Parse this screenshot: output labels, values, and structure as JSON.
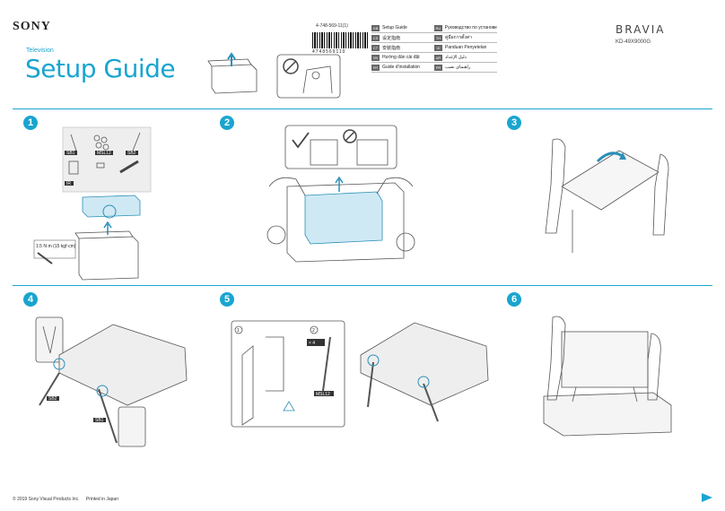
{
  "header": {
    "logo": "SONY",
    "category": "Television",
    "title": "Setup Guide",
    "brand": "BRAVIA",
    "model": "KD-49X9000G",
    "part_number": "4-748-569-11(1)",
    "barcode_number": "4748569110"
  },
  "languages": [
    {
      "code": "GB",
      "name": "Setup Guide"
    },
    {
      "code": "RU",
      "name": "Руководство по установке"
    },
    {
      "code": "CS",
      "name": "设定指南"
    },
    {
      "code": "TH",
      "name": "คู่มือการตั้งค่า"
    },
    {
      "code": "CT",
      "name": "安裝指南"
    },
    {
      "code": "ID",
      "name": "Panduan Penyetelan"
    },
    {
      "code": "VN",
      "name": "Hướng dẫn cài đặt"
    },
    {
      "code": "AR",
      "name": "دليل الإعداد"
    },
    {
      "code": "FR",
      "name": "Guide d'installation"
    },
    {
      "code": "PR",
      "name": "راهنمای نصب"
    }
  ],
  "steps": [
    {
      "number": "1"
    },
    {
      "number": "2"
    },
    {
      "number": "3"
    },
    {
      "number": "4"
    },
    {
      "number": "5"
    },
    {
      "number": "6"
    }
  ],
  "step1": {
    "labels": [
      "SB1",
      "MSL12",
      "SB2",
      "IR"
    ],
    "torque": "1.5 N·m (15 kgf·cm)"
  },
  "step4": {
    "labels": [
      "SB2",
      "SB1"
    ]
  },
  "step5": {
    "sub1": "1",
    "sub2": "2",
    "multiplier": "× 4",
    "label": "MSL12"
  },
  "footer": {
    "copyright": "© 2019 Sony Visual Products Inc.",
    "printed": "Printed in Japan"
  },
  "colors": {
    "accent": "#19a5cf"
  }
}
